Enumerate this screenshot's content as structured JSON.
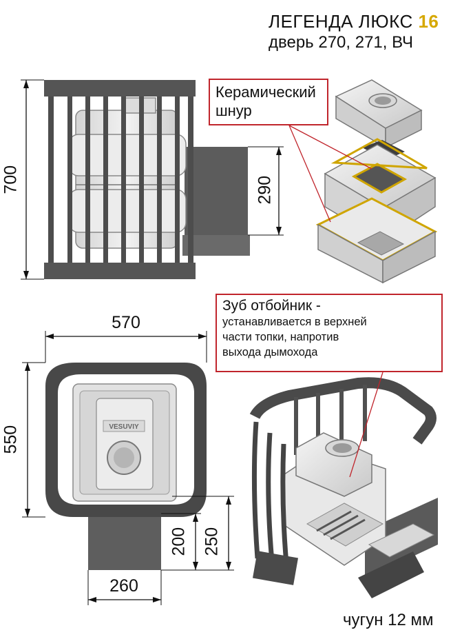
{
  "title": {
    "model": "ЛЕГЕНДА ЛЮКС",
    "number": "16",
    "subtitle": "дверь 270, 271, ВЧ"
  },
  "dimensions": {
    "height_total": "700",
    "door_height": "290",
    "width": "570",
    "depth": "550",
    "tunnel_200": "200",
    "tunnel_250": "250",
    "tunnel_width": "260"
  },
  "callouts": {
    "ceramic_cord": {
      "line1": "Керамический",
      "line2": "шнур"
    },
    "baffle_tooth": {
      "title": "Зуб отбойник -",
      "line1": "устанавливается в верхней",
      "line2": "части топки, напротив",
      "line3": "выхода дымохода"
    }
  },
  "logo_text": "VESUVIY",
  "material": "чугун 12 мм",
  "colors": {
    "accent_number": "#d6a800",
    "callout_border": "#c0242b",
    "casing_dark": "#4a4a4a",
    "stove_body": "#e6e6e6"
  }
}
